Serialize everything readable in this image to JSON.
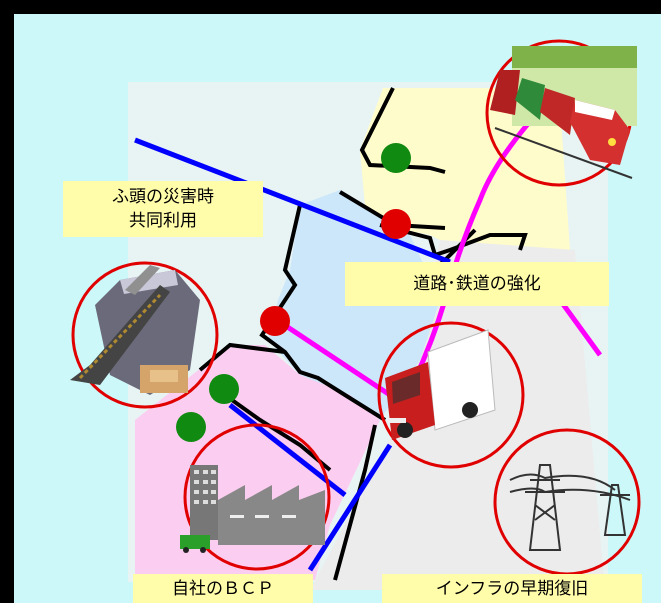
{
  "labels": {
    "futo_line1": "ふ頭の災害時",
    "futo_line2": "共同利用",
    "road_rail": "道路･鉄道の強化",
    "bcp": "自社のＢＣＰ",
    "infra": "インフラの早期復旧"
  },
  "icons": [
    "train-icon",
    "ship-icon",
    "truck-icon",
    "factory-icon",
    "power-tower-icon"
  ],
  "colors": {
    "background": "#ccf8fa",
    "label_bg": "#fffcaa",
    "road": "#0000ff",
    "railway": "#ff00ff",
    "circle": "#e00000",
    "node_red": "#e00000",
    "node_green": "#118a11",
    "zone_yellow": "#fffccc",
    "zone_blue": "#cce6fa",
    "zone_pink": "#fbcdf0",
    "zone_grey": "#ececec"
  }
}
